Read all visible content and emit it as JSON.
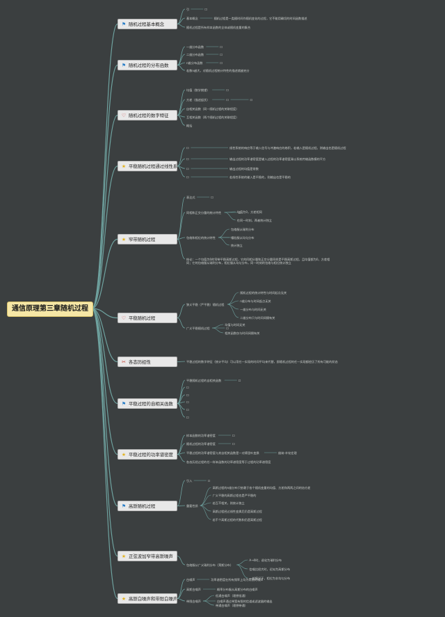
{
  "root": {
    "title": "通信原理第三章随机过程"
  },
  "icons": {
    "flag": "flag-icon",
    "heart": "heart-icon",
    "star": "star-icon",
    "tools": "tools-icon"
  },
  "colors": {
    "background": "#3b3f40",
    "line": "#6fa3a0",
    "root": "#f6e7a6",
    "topic": "#e8e8e8"
  },
  "topics": [
    {
      "label": "随机过程基本概念",
      "icon": "flag-icon",
      "children": [
        {
          "text": "引",
          "note": "☐"
        },
        {
          "text": "基本概念",
          "note": "随机过程是一类随时间作随机变化的过程，它不能用确切的时间函数描述"
        },
        {
          "text": "随机过程是所有样本函数的全体或随机变量的集合"
        }
      ]
    },
    {
      "label": "随机过程的分布函数",
      "icon": "flag-icon",
      "children": [
        {
          "text": "一维分布函数",
          "note": "☐"
        },
        {
          "text": "二维分布函数",
          "note": "☐"
        },
        {
          "text": "n维分布函数",
          "note": "☐"
        },
        {
          "text": "若数n越大，对随机过程统计特性的描述就越充分"
        }
      ]
    },
    {
      "label": "随机过程的数字特征",
      "icon": "heart-icon",
      "children": [
        {
          "text": "均值（数学期望）",
          "note": "☐"
        },
        {
          "text": "方差（描述起伏）",
          "note": "☐",
          "note2": "☐"
        },
        {
          "text": "自相关函数（同一随机过程的关联程度）"
        },
        {
          "text": "互相关函数（两个随机过程的关联程度）"
        },
        {
          "text": "概括"
        }
      ]
    },
    {
      "label": "平稳随机过程通过线性系统",
      "icon": "star-icon",
      "children": [
        {
          "text": "☐",
          "note": "线性系统的响应等于输入信号与冲激响应的卷积，若输入是随机过程，则输出也是随机过程"
        },
        {
          "text": "☐",
          "note": "输出过程的功率谱密度是输入过程的功率谱密度乘以系统传输函数模的平方"
        },
        {
          "text": "☐",
          "note": "输出过程的均值是常数"
        },
        {
          "text": "☐",
          "note": "若线性系统的输入是平稳的，则输出也是平稳的"
        }
      ]
    },
    {
      "label": "窄带随机过程",
      "icon": "star-icon",
      "children": [
        {
          "text": "表达式",
          "note": "☐"
        },
        {
          "text": "同相和正交分量的统计特性",
          "sub": [
            "均值为0，方差相同",
            "在同一时刻，两者统计独立"
          ],
          "note": "☐"
        },
        {
          "text": "包络和相位的统计特性",
          "sub": [
            "包络服从瑞利分布",
            "相位服从均匀分布",
            "统计独立"
          ],
          "note": "☐"
        },
        {
          "text": "结论：一个均值为0的窄带平稳高斯过程，它的同相分量和正交分量同样是平稳高斯过程，且均值都为0，方差相同；它的包络服从瑞利分布，相位服从均匀分布，同一时刻的包络与相位统计独立"
        }
      ]
    },
    {
      "label": "平稳随机过程",
      "icon": "heart-icon",
      "children": [
        {
          "text": "狭义平稳（严平稳）随机过程",
          "sub": [
            "随机过程的统计特性与时间起点无关",
            "n维分布与时间起点无关",
            "一维分布与时间无关",
            "二维分布只与时间间隔有关"
          ]
        },
        {
          "text": "广义平稳随机过程",
          "sub": [
            "均值与时间无关",
            "相关函数仅与时间间隔有关"
          ],
          "note": "☐"
        }
      ]
    },
    {
      "label": "各态历经性",
      "icon": "tools-icon",
      "children": [
        {
          "text": "平稳过程的数字特征（统计平均）可以用任一实现的时间平均来代替，即随机过程的任一实现都经历了所有可能的状态"
        }
      ]
    },
    {
      "label": "平稳过程的自相关函数",
      "icon": "flag-icon",
      "children": [
        {
          "text": "平稳随机过程的自相关函数",
          "note": "☐"
        },
        {
          "text": "☐"
        },
        {
          "text": "☐"
        },
        {
          "text": "☐"
        },
        {
          "text": "☐"
        },
        {
          "text": "☐"
        }
      ]
    },
    {
      "label": "平稳过程的功率谱密度",
      "icon": "star-icon",
      "children": [
        {
          "text": "样本函数的功率谱密度",
          "note": "☐"
        },
        {
          "text": "随机过程的功率谱密度",
          "note": "☐"
        },
        {
          "text": "平稳过程的功率谱密度与其自相关函数是一对傅里叶变换",
          "note": "维纳-辛钦定理"
        },
        {
          "text": "各态历经过程的任一样本函数的功率谱密度等于过程的功率谱密度"
        }
      ]
    },
    {
      "label": "高斯随机过程",
      "icon": "flag-icon",
      "children": [
        {
          "text": "引入",
          "note": "☐"
        },
        {
          "text": "重要性质",
          "sub": [
            "高斯过程的n维分布只依赖于各个随机变量的均值、方差和两两之间的协方差",
            "广义平稳的高斯过程也是严平稳的",
            "若互不相关，则统计独立",
            "高斯过程经过线性变换后仍是高斯过程",
            "若干个高斯过程的代数和仍是高斯过程"
          ]
        }
      ]
    },
    {
      "label": "正弦波加窄带高斯噪声",
      "icon": "star-icon",
      "children": [
        {
          "text": "包络服从广义瑞利分布（莱斯分布）",
          "sub": [
            "A→0时，退化为瑞利分布",
            "信噪比很大时，近似为高斯分布",
            "一般情况下，相位为非均匀分布"
          ]
        }
      ]
    },
    {
      "label": "高斯白噪声和带限白噪声",
      "icon": "star-icon",
      "children": [
        {
          "text": "白噪声",
          "note": "功率谱密度在所有频率上均为常数的噪声"
        },
        {
          "text": "高斯白噪声",
          "note": "概率分布服从高斯分布的白噪声"
        },
        {
          "text": "带限白噪声",
          "note": "白噪声通过带宽有限的信道或滤波器的输出",
          "sub": [
            "低通白噪声（理想低通）",
            "带通白噪声（理想带通）"
          ]
        }
      ]
    }
  ]
}
